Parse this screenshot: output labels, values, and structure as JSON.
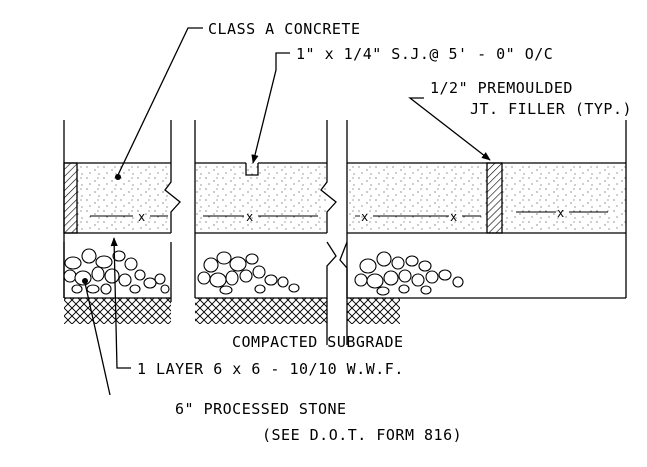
{
  "labels": {
    "concrete": "CLASS A CONCRETE",
    "joint": "1\" x 1/4\" S.J.@ 5' - 0\" O/C",
    "filler_line1": "1/2\" PREMOULDED",
    "filler_line2": "JT. FILLER (TYP.)",
    "subgrade": "COMPACTED SUBGRADE",
    "wwf": "1 LAYER 6 x 6 - 10/10 W.W.F.",
    "stone_line1": "6\" PROCESSED STONE",
    "stone_line2": "(SEE D.O.T. FORM 816)"
  },
  "mesh_marker": "x"
}
